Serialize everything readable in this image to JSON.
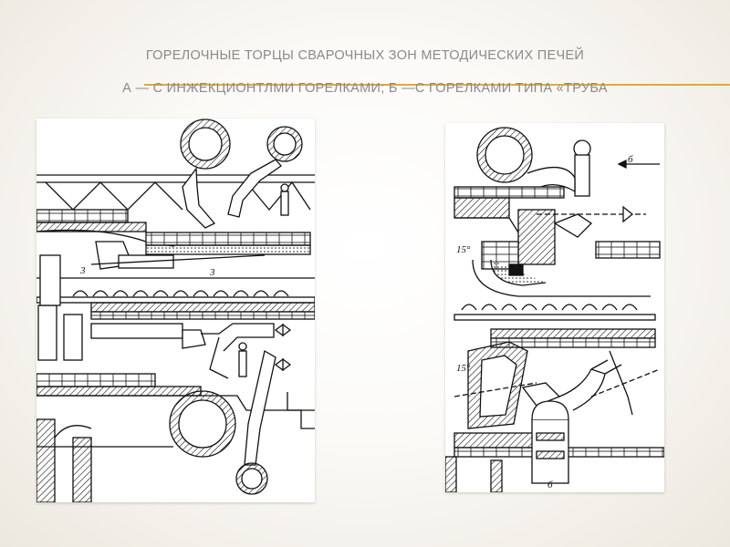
{
  "slide": {
    "title_line1": "ГОРЕЛОЧНЫЕ ТОРЦЫ СВАРОЧНЫХ ЗОН МЕТОДИЧЕСКИХ ПЕЧЕЙ",
    "title_line2": "А — С  ИНЖЕКЦИОНТЛМИ ГОРЕЛКАМИ; Б —С ГОРЕЛКАМИ ТИПА «ТРУБА",
    "accent_color": "#e0a93a",
    "title_color": "#8a8a8a"
  },
  "drawing_a": {
    "callout_left": "3",
    "callout_right": "3"
  },
  "drawing_b": {
    "arrow_label": "б",
    "angle_top": "15°",
    "angle_bottom": "15°",
    "caption": "б"
  }
}
